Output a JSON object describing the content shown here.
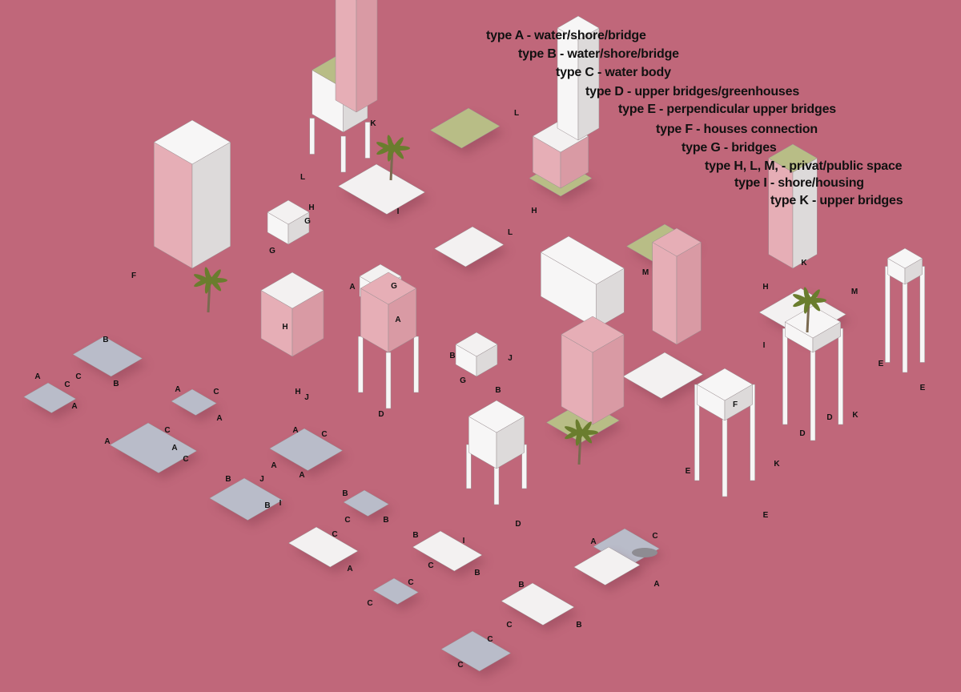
{
  "legend": [
    "type A - water/shore/bridge",
    "type B - water/shore/bridge",
    "type C - water body",
    "type D - upper bridges/greenhouses",
    "type E - perpendicular upper bridges",
    "type F - houses connection",
    "type G - bridges",
    "type H, L, M,  - privat/public space",
    "type I - shore/housing",
    "type K - upper bridges"
  ],
  "module_labels": [
    "L",
    "K",
    "L",
    "G",
    "H",
    "I",
    "G",
    "H",
    "L",
    "M",
    "K",
    "H",
    "M",
    "I",
    "F",
    "A",
    "G",
    "A",
    "H",
    "B",
    "C",
    "B",
    "A",
    "C",
    "A",
    "A",
    "C",
    "A",
    "H",
    "J",
    "B",
    "G",
    "B",
    "J",
    "D",
    "F",
    "E",
    "E",
    "D",
    "K",
    "D",
    "K",
    "E",
    "E",
    "A",
    "C",
    "A",
    "C",
    "A",
    "C",
    "A",
    "A",
    "B",
    "J",
    "I",
    "B",
    "B",
    "C",
    "B",
    "C",
    "A",
    "B",
    "I",
    "C",
    "B",
    "C",
    "C",
    "A",
    "C",
    "A",
    "D",
    "B",
    "C",
    "B",
    "C",
    "C"
  ],
  "colors": {
    "background": "#c0677a",
    "water": "#b9bcc9",
    "paving": "#f3f1f1",
    "grass": "#b8bd86",
    "pink_wall": "#e6aeb6",
    "white_wall": "#f7f6f6",
    "text": "#111111"
  }
}
